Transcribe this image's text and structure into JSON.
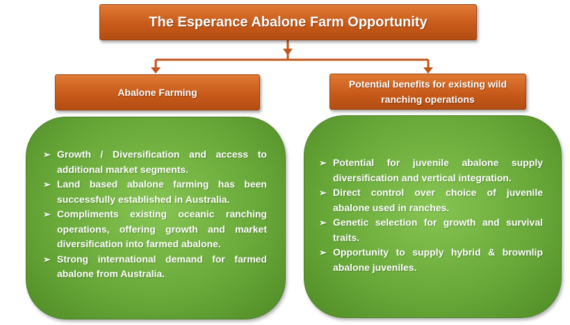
{
  "title": "The Esperance Abalone Farm Opportunity",
  "left": {
    "heading": "Abalone Farming",
    "bullets": [
      "Growth / Diversification and access to additional market segments.",
      "Land based abalone farming has been successfully established in Australia.",
      "Compliments existing oceanic ranching operations, offering growth and market diversification into farmed abalone.",
      "Strong international demand for farmed abalone from Australia."
    ]
  },
  "right": {
    "heading": "Potential benefits for existing wild ranching operations",
    "bullets": [
      "Potential for juvenile abalone supply diversification and vertical integration.",
      "Direct control over choice of juvenile abalone used in ranches.",
      "Genetic selection for growth and survival traits.",
      "Opportunity to supply hybrid & brownlip abalone juveniles."
    ]
  },
  "colors": {
    "orange": "#c85a1a",
    "green": "#6aaa3a",
    "connector": "#c0561a"
  },
  "icons": {
    "bullet": "arrow-bullet-icon"
  }
}
